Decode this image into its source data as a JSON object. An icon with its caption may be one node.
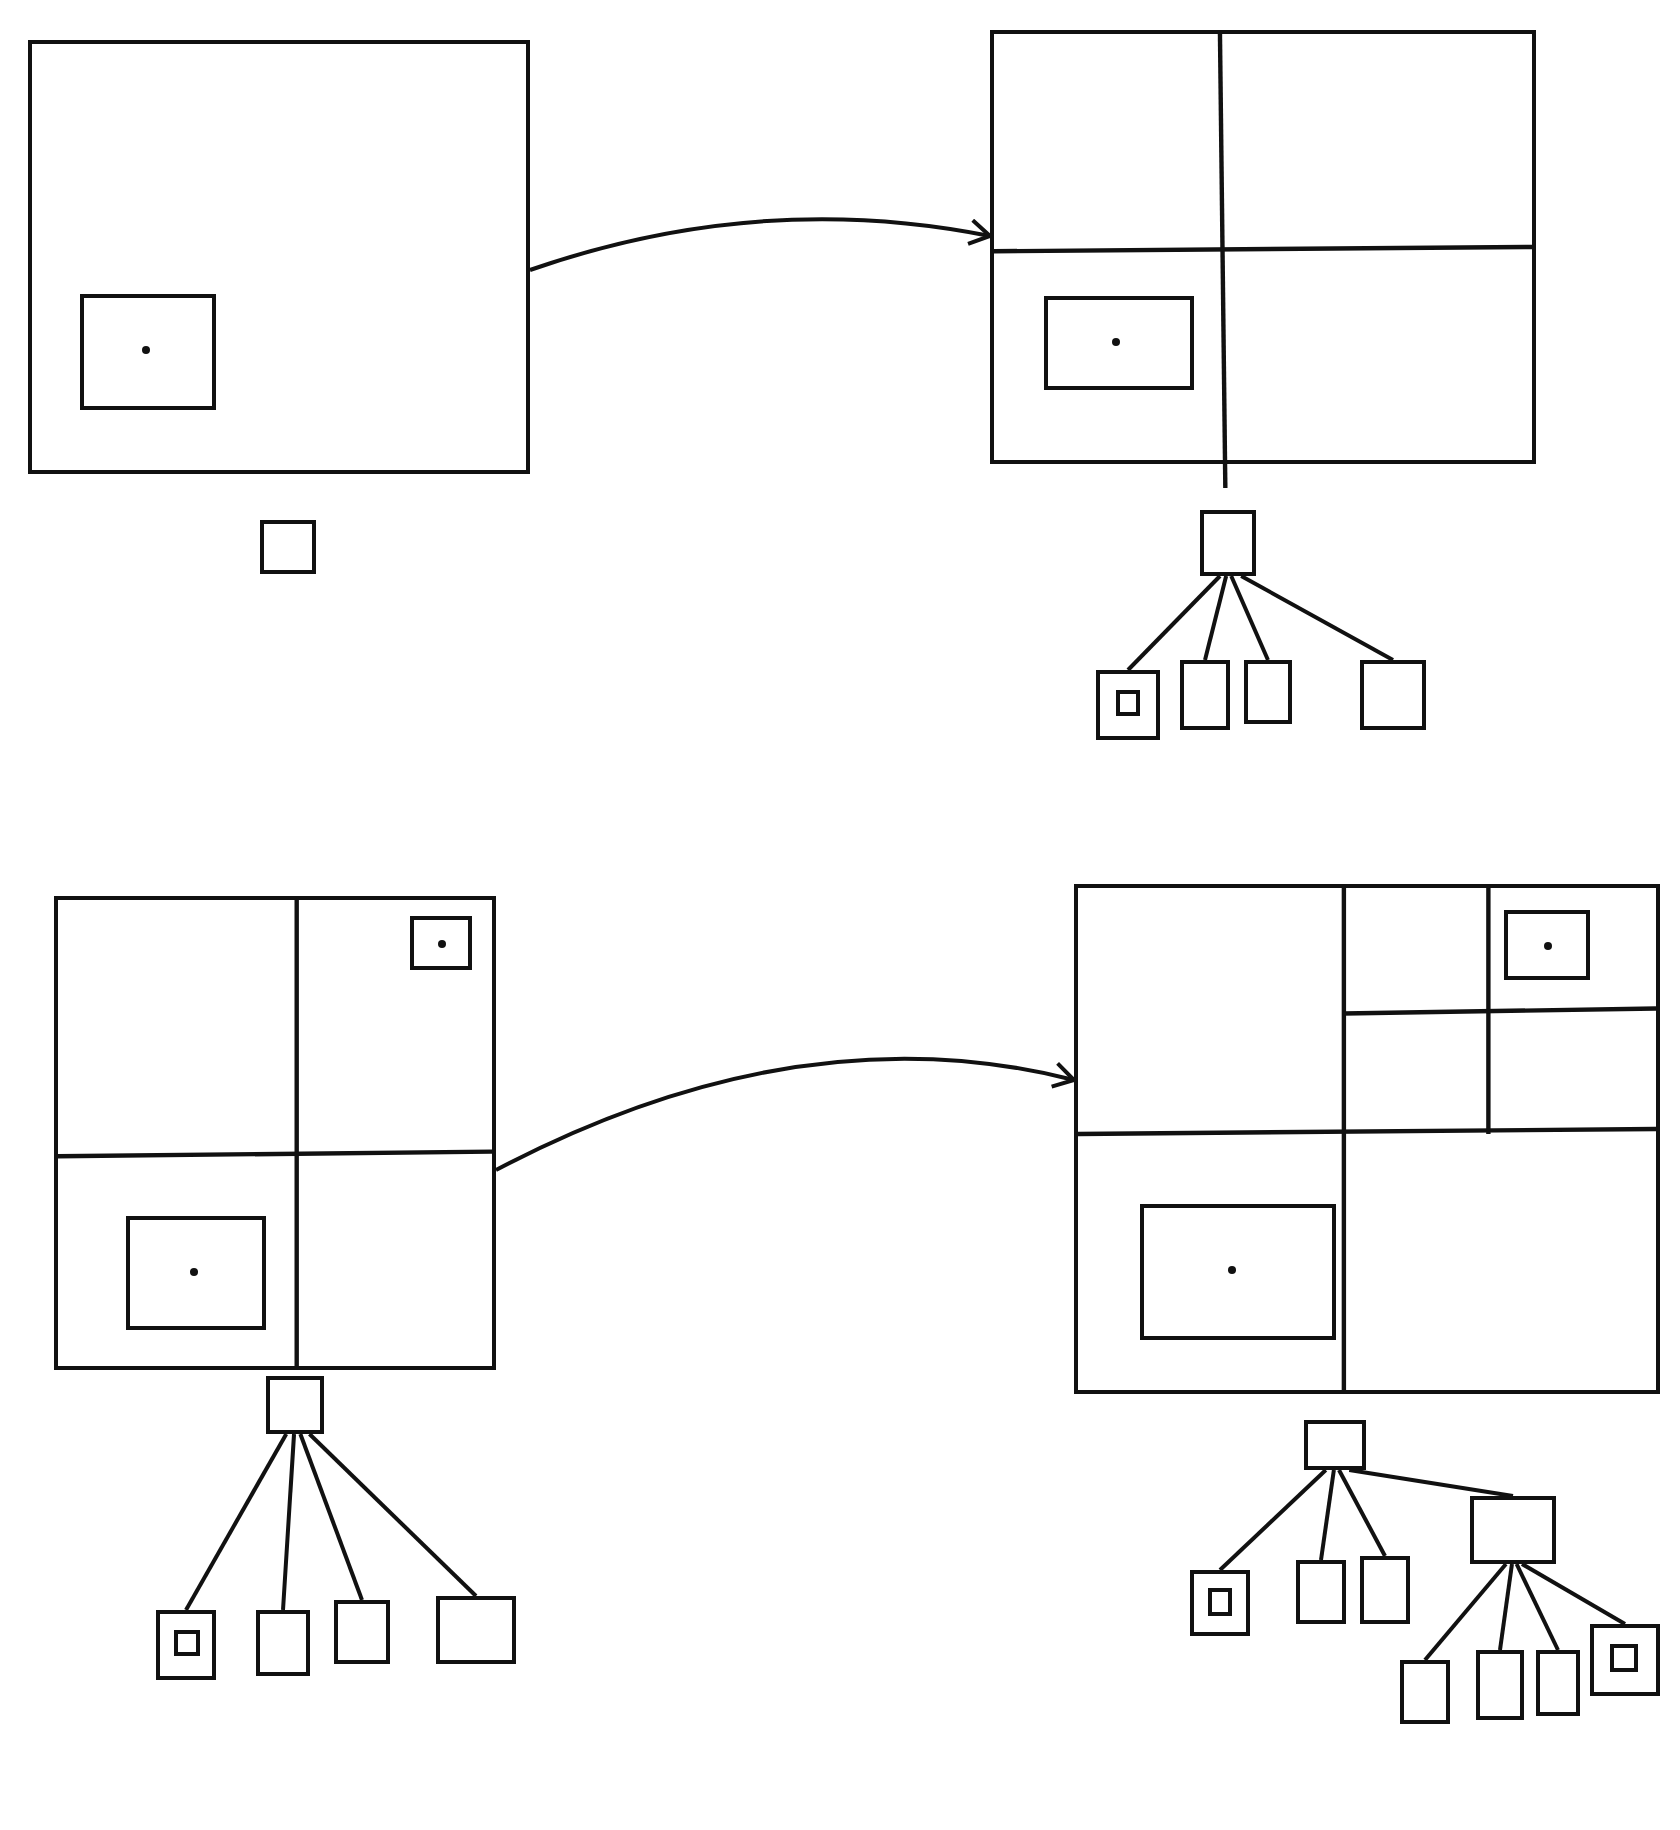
{
  "diagram": {
    "nodes": [
      {
        "text": [],
        "shape": "box"
      },
      {
        "text": [],
        "shape": "box",
        "in": 0
      },
      {
        "text": [],
        "shape": "box"
      },
      {
        "text": [],
        "shape": "box",
        "in": 2
      },
      {
        "text": [],
        "shape": "box"
      },
      {
        "text": [],
        "shape": "box"
      },
      {
        "text": [],
        "shape": "box"
      },
      {
        "text": [],
        "shape": "box",
        "in": 6
      },
      {
        "text": [],
        "shape": "box"
      },
      {
        "text": [],
        "shape": "box"
      },
      {
        "text": [],
        "shape": "box"
      },
      {
        "text": [],
        "shape": "box"
      },
      {
        "text": [],
        "shape": "box",
        "in": 11
      },
      {
        "text": [],
        "shape": "box",
        "in": 11
      },
      {
        "text": [],
        "shape": "box"
      },
      {
        "text": [],
        "shape": "box",
        "in": 14
      },
      {
        "text": [],
        "shape": "box",
        "in": 14
      },
      {
        "text": [],
        "shape": "box"
      },
      {
        "text": [],
        "shape": "box"
      },
      {
        "text": [],
        "shape": "box",
        "in": 18
      },
      {
        "text": [],
        "shape": "box"
      },
      {
        "text": [],
        "shape": "box"
      },
      {
        "text": [],
        "shape": "box"
      },
      {
        "text": [],
        "shape": "box"
      },
      {
        "text": [],
        "shape": "box"
      },
      {
        "text": [],
        "shape": "box",
        "in": 24
      },
      {
        "text": [],
        "shape": "box"
      },
      {
        "text": [],
        "shape": "box"
      },
      {
        "text": [],
        "shape": "box"
      },
      {
        "text": [],
        "shape": "box"
      },
      {
        "text": [],
        "shape": "box"
      },
      {
        "text": [],
        "shape": "box"
      },
      {
        "text": [],
        "shape": "box"
      },
      {
        "text": [],
        "shape": "box",
        "in": 32
      }
    ],
    "edges": [
      {
        "from": 0,
        "to": 2,
        "arrow": "to"
      },
      {
        "from": 5,
        "to": 6,
        "arrow": "none"
      },
      {
        "from": 5,
        "to": 8,
        "arrow": "none"
      },
      {
        "from": 5,
        "to": 9,
        "arrow": "none"
      },
      {
        "from": 5,
        "to": 10,
        "arrow": "none"
      },
      {
        "from": 11,
        "to": 14,
        "arrow": "to"
      },
      {
        "from": 17,
        "to": 18,
        "arrow": "none"
      },
      {
        "from": 17,
        "to": 20,
        "arrow": "none"
      },
      {
        "from": 17,
        "to": 21,
        "arrow": "none"
      },
      {
        "from": 17,
        "to": 22,
        "arrow": "none"
      },
      {
        "from": 23,
        "to": 24,
        "arrow": "none"
      },
      {
        "from": 23,
        "to": 26,
        "arrow": "none"
      },
      {
        "from": 23,
        "to": 27,
        "arrow": "none"
      },
      {
        "from": 23,
        "to": 28,
        "arrow": "none"
      },
      {
        "from": 28,
        "to": 29,
        "arrow": "none"
      },
      {
        "from": 28,
        "to": 30,
        "arrow": "none"
      },
      {
        "from": 28,
        "to": 31,
        "arrow": "none"
      },
      {
        "from": 28,
        "to": 32,
        "arrow": "none"
      }
    ]
  }
}
